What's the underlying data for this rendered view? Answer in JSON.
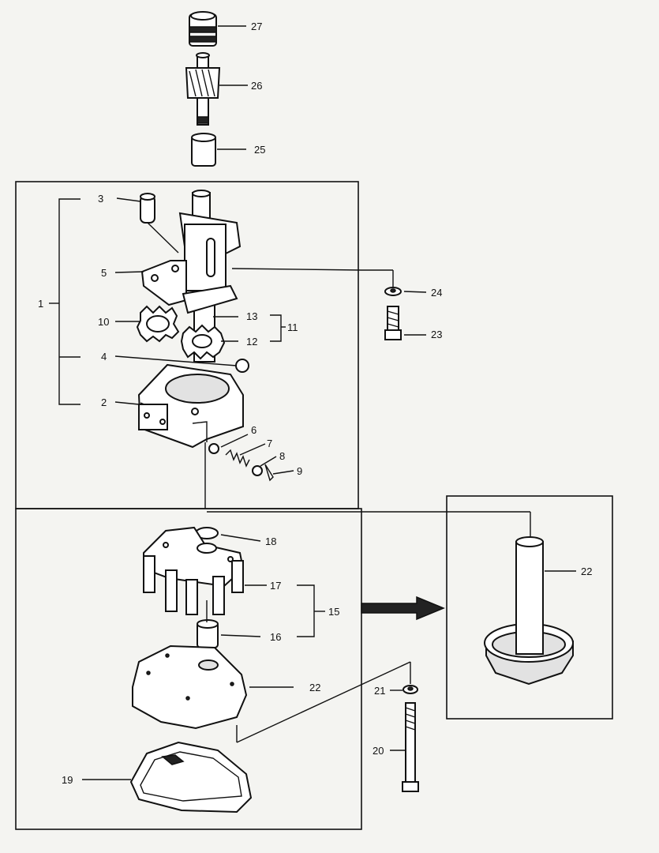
{
  "labels": {
    "l1": "1",
    "l2": "2",
    "l3": "3",
    "l4": "4",
    "l5": "5",
    "l6": "6",
    "l7": "7",
    "l8": "8",
    "l9": "9",
    "l10": "10",
    "l11": "11",
    "l12": "12",
    "l13": "13",
    "l15": "15",
    "l16": "16",
    "l17": "17",
    "l18": "18",
    "l19": "19",
    "l20": "20",
    "l21": "21",
    "l22a": "22",
    "l22b": "22",
    "l23": "23",
    "l24": "24",
    "l25": "25",
    "l26": "26",
    "l27": "27"
  }
}
